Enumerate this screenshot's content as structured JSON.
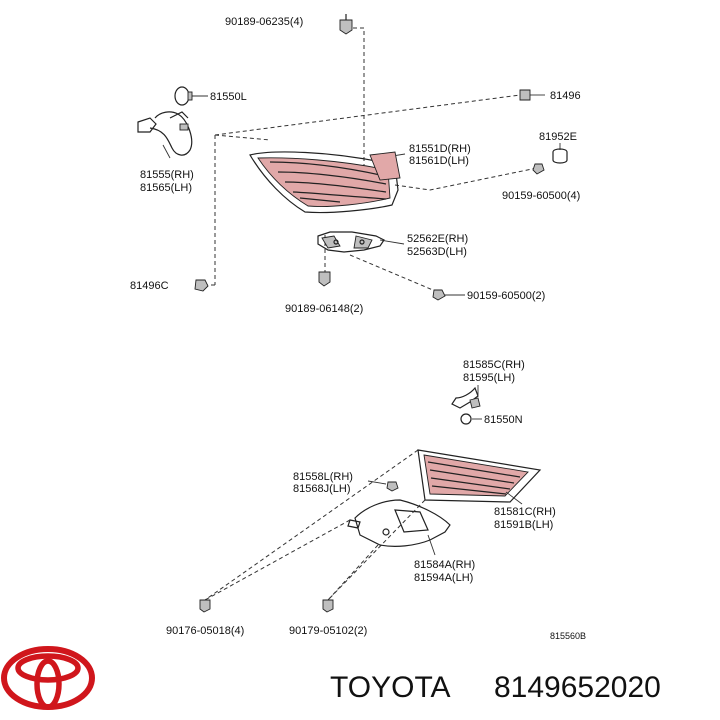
{
  "diagram": {
    "labels": {
      "p90189_06235": "90189-06235(4)",
      "p81550L": "81550L",
      "p81496": "81496",
      "p81952E": "81952E",
      "p81551D": "81551D(RH)",
      "p81561D": "81561D(LH)",
      "p81555": "81555(RH)",
      "p81565": "81565(LH)",
      "p90159_60500_4": "90159-60500(4)",
      "p52562E": "52562E(RH)",
      "p52563D": "52563D(LH)",
      "p81496C": "81496C",
      "p90159_60500_2": "90159-60500(2)",
      "p90189_06148": "90189-06148(2)",
      "p81585C": "81585C(RH)",
      "p81595": "81595(LH)",
      "p81550N": "81550N",
      "p81558L": "81558L(RH)",
      "p81568J": "81568J(LH)",
      "p81581C": "81581C(RH)",
      "p81591B": "81591B(LH)",
      "p81584A": "81584A(RH)",
      "p81594A": "81594A(LH)",
      "p90176_05018": "90176-05018(4)",
      "p90179_05102": "90179-05102(2)",
      "ref": "815560B"
    }
  },
  "footer": {
    "brand": "TOYOTA",
    "part_number": "8149652020",
    "logo_color": "#d0161c"
  }
}
